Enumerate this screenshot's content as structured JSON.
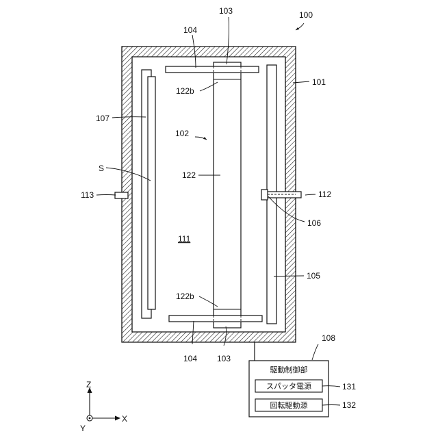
{
  "labels": {
    "fig_number": "100",
    "chamber": "101",
    "target_assembly": "102",
    "end_block_top": "103",
    "end_block_bottom": "103",
    "plate_top": "104",
    "plate_bottom": "104",
    "heater": "105",
    "port_right": "106",
    "holder": "107",
    "controller": "108",
    "inner_space": "111",
    "gas_right": "112",
    "gas_left": "113",
    "target": "122",
    "end_top": "122b",
    "end_bottom": "122b",
    "substrate": "S",
    "power_supply": "131",
    "rotation_source": "132"
  },
  "controller_box": {
    "title": "駆動制御部",
    "item_1": "スパッタ電源",
    "item_2": "回転駆動源"
  },
  "axes": {
    "z": "Z",
    "x": "X",
    "y": "Y"
  }
}
